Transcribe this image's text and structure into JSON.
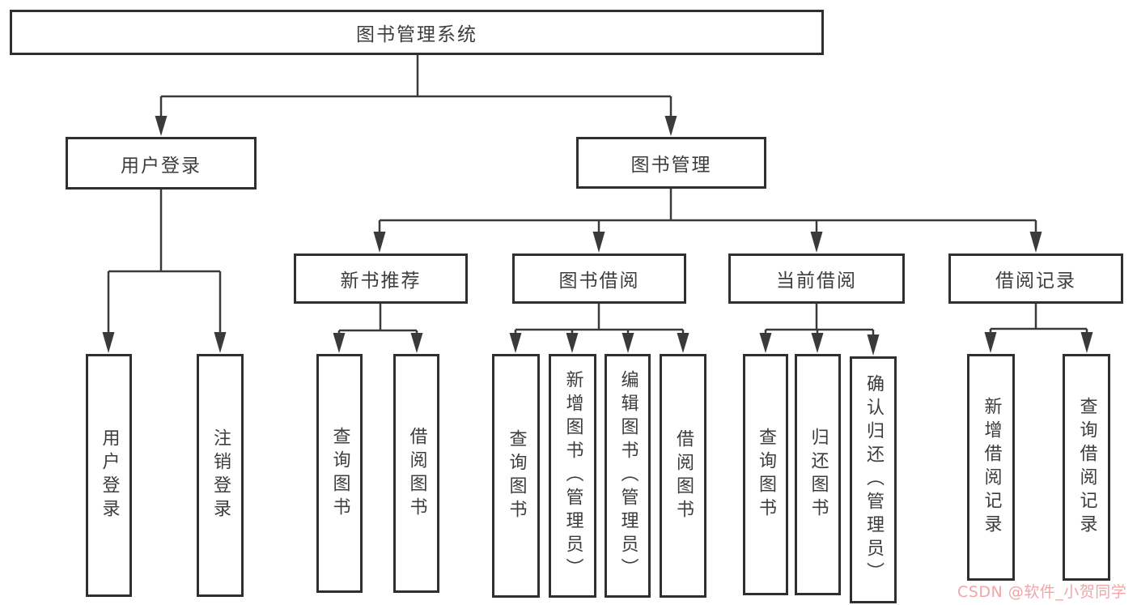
{
  "title": "图书管理系统",
  "watermark": "CSDN @软件_小贺同学",
  "colors": {
    "line": "#3a3a3a",
    "border": "#2f2f2f",
    "text": "#3d3d3d",
    "watermark": "#f0a6a6",
    "background": "#ffffff"
  },
  "nodes": {
    "root": "图书管理系统",
    "user_login": "用户登录",
    "book_mgmt": "图书管理",
    "new_book_rec": "新书推荐",
    "book_borrow": "图书借阅",
    "current_borrow": "当前借阅",
    "borrow_records": "借阅记录",
    "leaf_user_login": "用户登录",
    "leaf_logout": "注销登录",
    "leaf_query_book_1": "查询图书",
    "leaf_borrow_book_1": "借阅图书",
    "leaf_query_book_2": "查询图书",
    "leaf_add_book": "新增图书（管理员）",
    "leaf_edit_book": "编辑图书（管理员）",
    "leaf_borrow_book_2": "借阅图书",
    "leaf_query_book_3": "查询图书",
    "leaf_return_book": "归还图书",
    "leaf_confirm_return": "确认归还（管理员）",
    "leaf_add_record": "新增借阅记录",
    "leaf_query_record": "查询借阅记录"
  }
}
